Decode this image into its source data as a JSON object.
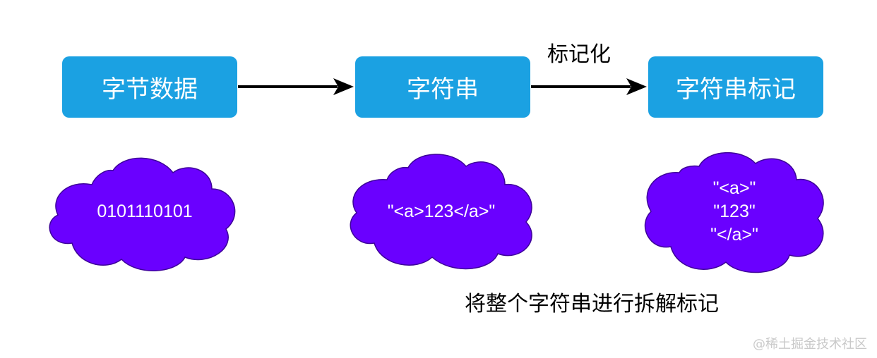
{
  "boxes": {
    "bytes": "字节数据",
    "string": "字符串",
    "tokens": "字符串标记"
  },
  "edge_label": "标记化",
  "clouds": {
    "bytes": "0101110101",
    "string": "\"<a>123</a>\"",
    "tokens": [
      "\"<a>\"",
      "\"123\"",
      "\"</a>\""
    ]
  },
  "caption": "将整个字符串进行拆解标记",
  "watermark": "@稀土掘金技术社区",
  "colors": {
    "box_fill": "#1ba1e2",
    "cloud_fill": "#6a00ff",
    "cloud_stroke": "#3700cc",
    "arrow": "#000000"
  }
}
